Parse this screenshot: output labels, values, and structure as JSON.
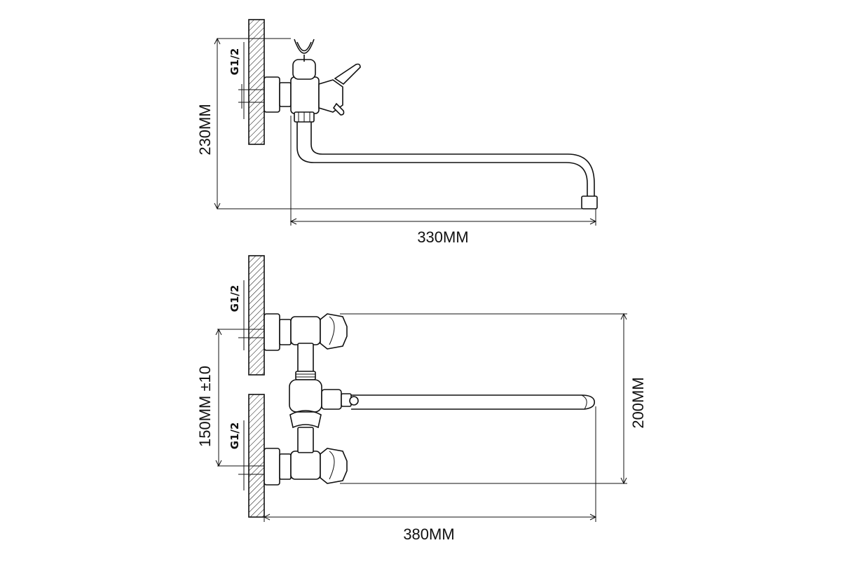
{
  "dimensions": {
    "side_height": "230MM",
    "side_reach": "330MM",
    "front_spacing": "150MM  ±10",
    "front_height": "200MM",
    "front_reach": "380MM"
  },
  "thread_labels": {
    "side_inlet": "G1/2",
    "front_inlet_upper": "G1/2",
    "front_inlet_lower": "G1/2"
  },
  "colors": {
    "line": "#111111",
    "background": "#ffffff"
  }
}
